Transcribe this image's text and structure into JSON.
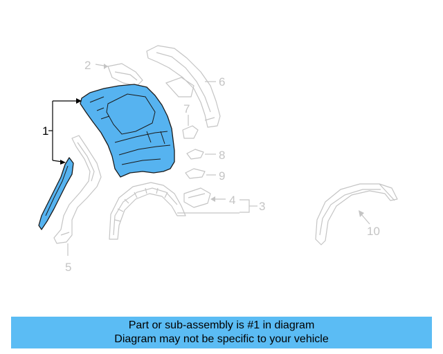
{
  "callouts": {
    "c1": "1",
    "c2": "2",
    "c3": "3",
    "c4": "4",
    "c5": "5",
    "c6": "6",
    "c7": "7",
    "c8": "8",
    "c9": "9",
    "c10": "10"
  },
  "colors": {
    "highlight": "#56b3f0",
    "banner": "#5bbcf4",
    "outline_dim": "#c4c4c4"
  },
  "banner": {
    "line1": "Part or sub-assembly is #1 in diagram",
    "line2": "Diagram may not be specific to your vehicle"
  }
}
